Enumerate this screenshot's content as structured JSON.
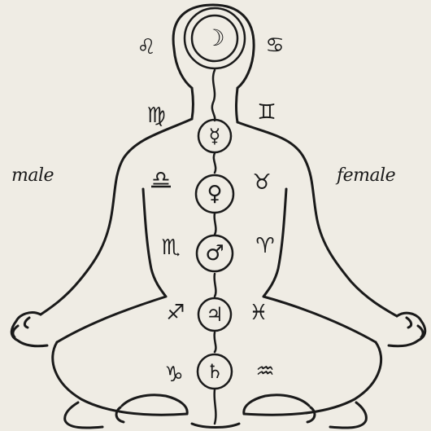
{
  "labels": {
    "male": "male",
    "female": "female"
  },
  "planets": [
    {
      "name": "moon",
      "glyph": "☽"
    },
    {
      "name": "mercury",
      "glyph": "☿"
    },
    {
      "name": "venus",
      "glyph": "♀"
    },
    {
      "name": "mars",
      "glyph": "♂"
    },
    {
      "name": "jupiter",
      "glyph": "♃"
    },
    {
      "name": "saturn",
      "glyph": "♄"
    }
  ],
  "zodiac_left": [
    {
      "name": "leo",
      "glyph": "♌"
    },
    {
      "name": "virgo",
      "glyph": "♍"
    },
    {
      "name": "libra",
      "glyph": "♎"
    },
    {
      "name": "scorpio",
      "glyph": "♏"
    },
    {
      "name": "sagittarius",
      "glyph": "♐"
    },
    {
      "name": "capricorn",
      "glyph": "♑"
    }
  ],
  "zodiac_right": [
    {
      "name": "cancer",
      "glyph": "♋"
    },
    {
      "name": "gemini",
      "glyph": "♊"
    },
    {
      "name": "taurus",
      "glyph": "♉"
    },
    {
      "name": "aries",
      "glyph": "♈"
    },
    {
      "name": "pisces",
      "glyph": "♓"
    },
    {
      "name": "aquarius",
      "glyph": "♒"
    }
  ],
  "colors": {
    "ink": "#1a1a1a",
    "paper": "#efece4"
  }
}
